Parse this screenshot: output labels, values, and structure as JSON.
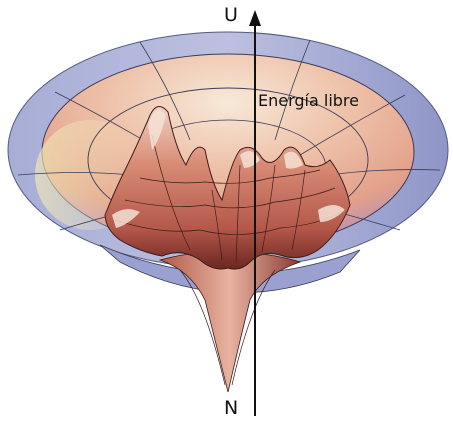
{
  "diagram": {
    "top_label": "U",
    "bottom_label": "N",
    "axis_label": "Energía libre",
    "colors": {
      "rim": "#a7acd3",
      "rim_dark": "#7f86bd",
      "interior_warm": "#e7a58a",
      "interior_pale": "#f4e4c6",
      "terrain": "#c96a55",
      "terrain_light": "#f2d3c2",
      "terrain_dark": "#7d2f2a",
      "axis": "#111111"
    }
  }
}
